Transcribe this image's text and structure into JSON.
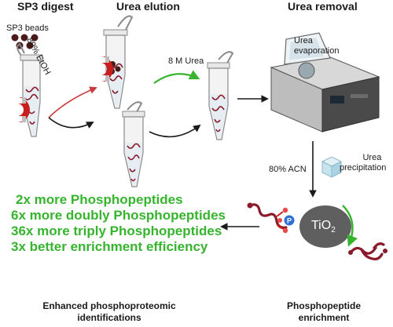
{
  "headers": {
    "sp3": "SP3 digest",
    "elution": "Urea elution",
    "removal": "Urea removal"
  },
  "labels": {
    "beads": "SP3 beads",
    "etoh": "80% EtOH",
    "urea8m": "8 M Urea",
    "evap_1": "Urea",
    "evap_2": "evaporation",
    "acn": "80% ACN",
    "precip_1": "Urea",
    "precip_2": "precipitation",
    "tio2_base": "TiO",
    "tio2_sub": "2",
    "phospho_p": "P"
  },
  "results": [
    "2x more Phosphopeptides",
    "6x more doubly Phosphopeptides",
    "36x more triply Phosphopeptides",
    "3x better enrichment efficiency"
  ],
  "footer": {
    "left_1": "Enhanced phosphoproteomic",
    "left_2": "identifications",
    "right_1": "Phosphopeptide",
    "right_2": "enrichment"
  },
  "colors": {
    "green": "#36b42e",
    "magnet_red": "#c81e1e",
    "bead_brown": "#4a1a1a",
    "peptide": "#8b1a2a",
    "tio2_bead": "#5f5f5f"
  }
}
